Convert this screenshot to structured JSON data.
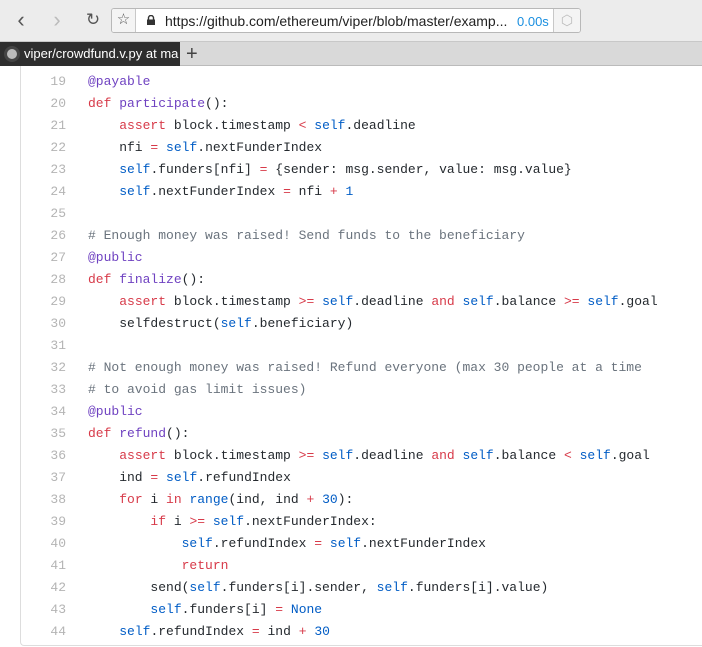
{
  "browser": {
    "url": "https://github.com/ethereum/viper/blob/master/examp...",
    "load_time": "0.00s",
    "tab_title": "viper/crowdfund.v.py at ma",
    "new_tab": "+"
  },
  "colors": {
    "keyword": "#d73a49",
    "entity": "#6f42c1",
    "constant": "#005cc5",
    "comment": "#6a737d",
    "text": "#24292e"
  },
  "code": {
    "lines": [
      {
        "n": "19",
        "tokens": [
          [
            "f",
            "@payable"
          ]
        ]
      },
      {
        "n": "20",
        "tokens": [
          [
            "k",
            "def"
          ],
          [
            "t",
            " "
          ],
          [
            "f",
            "participate"
          ],
          [
            "t",
            "():"
          ]
        ]
      },
      {
        "n": "21",
        "tokens": [
          [
            "t",
            "    "
          ],
          [
            "k",
            "assert"
          ],
          [
            "t",
            " block.timestamp "
          ],
          [
            "k",
            "<"
          ],
          [
            "t",
            " "
          ],
          [
            "c",
            "self"
          ],
          [
            "t",
            ".deadline"
          ]
        ]
      },
      {
        "n": "22",
        "tokens": [
          [
            "t",
            "    nfi "
          ],
          [
            "k",
            "="
          ],
          [
            "t",
            " "
          ],
          [
            "c",
            "self"
          ],
          [
            "t",
            ".nextFunderIndex"
          ]
        ]
      },
      {
        "n": "23",
        "tokens": [
          [
            "t",
            "    "
          ],
          [
            "c",
            "self"
          ],
          [
            "t",
            ".funders[nfi] "
          ],
          [
            "k",
            "="
          ],
          [
            "t",
            " {sender: msg.sender, value: msg.value}"
          ]
        ]
      },
      {
        "n": "24",
        "tokens": [
          [
            "t",
            "    "
          ],
          [
            "c",
            "self"
          ],
          [
            "t",
            ".nextFunderIndex "
          ],
          [
            "k",
            "="
          ],
          [
            "t",
            " nfi "
          ],
          [
            "k",
            "+"
          ],
          [
            "t",
            " "
          ],
          [
            "c",
            "1"
          ]
        ]
      },
      {
        "n": "25",
        "tokens": []
      },
      {
        "n": "26",
        "tokens": [
          [
            "m",
            "# Enough money was raised! Send funds to the beneficiary"
          ]
        ]
      },
      {
        "n": "27",
        "tokens": [
          [
            "f",
            "@public"
          ]
        ]
      },
      {
        "n": "28",
        "tokens": [
          [
            "k",
            "def"
          ],
          [
            "t",
            " "
          ],
          [
            "f",
            "finalize"
          ],
          [
            "t",
            "():"
          ]
        ]
      },
      {
        "n": "29",
        "tokens": [
          [
            "t",
            "    "
          ],
          [
            "k",
            "assert"
          ],
          [
            "t",
            " block.timestamp "
          ],
          [
            "k",
            ">="
          ],
          [
            "t",
            " "
          ],
          [
            "c",
            "self"
          ],
          [
            "t",
            ".deadline "
          ],
          [
            "k",
            "and"
          ],
          [
            "t",
            " "
          ],
          [
            "c",
            "self"
          ],
          [
            "t",
            ".balance "
          ],
          [
            "k",
            ">="
          ],
          [
            "t",
            " "
          ],
          [
            "c",
            "self"
          ],
          [
            "t",
            ".goal"
          ]
        ]
      },
      {
        "n": "30",
        "tokens": [
          [
            "t",
            "    selfdestruct("
          ],
          [
            "c",
            "self"
          ],
          [
            "t",
            ".beneficiary)"
          ]
        ]
      },
      {
        "n": "31",
        "tokens": []
      },
      {
        "n": "32",
        "tokens": [
          [
            "m",
            "# Not enough money was raised! Refund everyone (max 30 people at a time"
          ]
        ]
      },
      {
        "n": "33",
        "tokens": [
          [
            "m",
            "# to avoid gas limit issues)"
          ]
        ]
      },
      {
        "n": "34",
        "tokens": [
          [
            "f",
            "@public"
          ]
        ]
      },
      {
        "n": "35",
        "tokens": [
          [
            "k",
            "def"
          ],
          [
            "t",
            " "
          ],
          [
            "f",
            "refund"
          ],
          [
            "t",
            "():"
          ]
        ]
      },
      {
        "n": "36",
        "tokens": [
          [
            "t",
            "    "
          ],
          [
            "k",
            "assert"
          ],
          [
            "t",
            " block.timestamp "
          ],
          [
            "k",
            ">="
          ],
          [
            "t",
            " "
          ],
          [
            "c",
            "self"
          ],
          [
            "t",
            ".deadline "
          ],
          [
            "k",
            "and"
          ],
          [
            "t",
            " "
          ],
          [
            "c",
            "self"
          ],
          [
            "t",
            ".balance "
          ],
          [
            "k",
            "<"
          ],
          [
            "t",
            " "
          ],
          [
            "c",
            "self"
          ],
          [
            "t",
            ".goal"
          ]
        ]
      },
      {
        "n": "37",
        "tokens": [
          [
            "t",
            "    ind "
          ],
          [
            "k",
            "="
          ],
          [
            "t",
            " "
          ],
          [
            "c",
            "self"
          ],
          [
            "t",
            ".refundIndex"
          ]
        ]
      },
      {
        "n": "38",
        "tokens": [
          [
            "t",
            "    "
          ],
          [
            "k",
            "for"
          ],
          [
            "t",
            " i "
          ],
          [
            "k",
            "in"
          ],
          [
            "t",
            " "
          ],
          [
            "c",
            "range"
          ],
          [
            "t",
            "(ind, ind "
          ],
          [
            "k",
            "+"
          ],
          [
            "t",
            " "
          ],
          [
            "c",
            "30"
          ],
          [
            "t",
            "):"
          ]
        ]
      },
      {
        "n": "39",
        "tokens": [
          [
            "t",
            "        "
          ],
          [
            "k",
            "if"
          ],
          [
            "t",
            " i "
          ],
          [
            "k",
            ">="
          ],
          [
            "t",
            " "
          ],
          [
            "c",
            "self"
          ],
          [
            "t",
            ".nextFunderIndex:"
          ]
        ]
      },
      {
        "n": "40",
        "tokens": [
          [
            "t",
            "            "
          ],
          [
            "c",
            "self"
          ],
          [
            "t",
            ".refundIndex "
          ],
          [
            "k",
            "="
          ],
          [
            "t",
            " "
          ],
          [
            "c",
            "self"
          ],
          [
            "t",
            ".nextFunderIndex"
          ]
        ]
      },
      {
        "n": "41",
        "tokens": [
          [
            "t",
            "            "
          ],
          [
            "k",
            "return"
          ]
        ]
      },
      {
        "n": "42",
        "tokens": [
          [
            "t",
            "        send("
          ],
          [
            "c",
            "self"
          ],
          [
            "t",
            ".funders[i].sender, "
          ],
          [
            "c",
            "self"
          ],
          [
            "t",
            ".funders[i].value)"
          ]
        ]
      },
      {
        "n": "43",
        "tokens": [
          [
            "t",
            "        "
          ],
          [
            "c",
            "self"
          ],
          [
            "t",
            ".funders[i] "
          ],
          [
            "k",
            "="
          ],
          [
            "t",
            " "
          ],
          [
            "c",
            "None"
          ]
        ]
      },
      {
        "n": "44",
        "tokens": [
          [
            "t",
            "    "
          ],
          [
            "c",
            "self"
          ],
          [
            "t",
            ".refundIndex "
          ],
          [
            "k",
            "="
          ],
          [
            "t",
            " ind "
          ],
          [
            "k",
            "+"
          ],
          [
            "t",
            " "
          ],
          [
            "c",
            "30"
          ]
        ]
      }
    ]
  }
}
